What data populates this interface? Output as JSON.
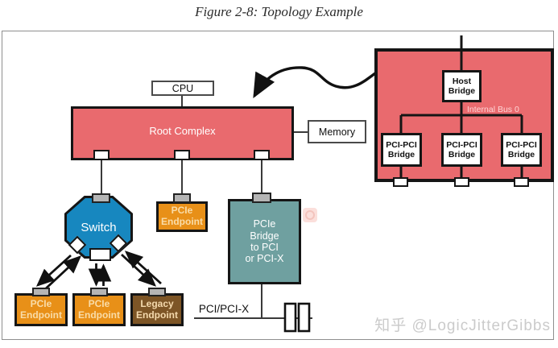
{
  "figure_title": "Figure 2-8: Topology Example",
  "nodes": {
    "cpu": {
      "label": "CPU"
    },
    "root_complex": {
      "label": "Root Complex"
    },
    "memory": {
      "label": "Memory"
    },
    "switch": {
      "label": "Switch"
    },
    "pcie_endpoint_top": {
      "label": "PCIe\nEndpoint"
    },
    "pcie_bridge": {
      "label": "PCIe\nBridge\nto PCI\nor PCI-X"
    },
    "pcie_endpoint_left": {
      "label": "PCIe\nEndpoint"
    },
    "pcie_endpoint_mid": {
      "label": "PCIe\nEndpoint"
    },
    "legacy_endpoint": {
      "label": "Legacy\nEndpoint"
    },
    "pci_bus_label": "PCI/PCI-X"
  },
  "inset": {
    "host_bridge": {
      "label": "Host\nBridge"
    },
    "internal_bus_label": "Internal Bus 0",
    "bridges": [
      {
        "label": "PCI-PCI\nBridge"
      },
      {
        "label": "PCI-PCI\nBridge"
      },
      {
        "label": "PCI-PCI\nBridge"
      }
    ]
  },
  "watermark": {
    "text": "知乎 @LogicJitterGibbs"
  },
  "colors": {
    "node_red": "#e96a6e",
    "node_blue": "#1787bf",
    "node_orange": "#e89018",
    "node_brown": "#7d5526",
    "node_teal": "#6fa0a0",
    "port_gray": "#b5b5b5",
    "internal_bus_text": "#ffd6d6",
    "endpoint_text": "#f9dca8",
    "watermark_text": "#cbcbcb"
  }
}
